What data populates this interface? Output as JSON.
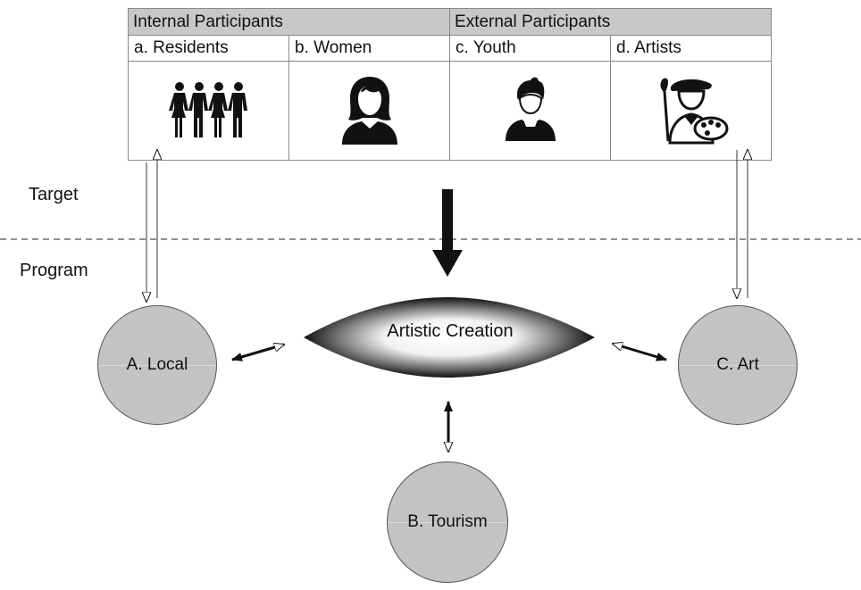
{
  "groups": {
    "internal": "Internal Participants",
    "external": "External Participants"
  },
  "participants": [
    {
      "label": "a. Residents",
      "icon": "residents-group-icon"
    },
    {
      "label": "b. Women",
      "icon": "woman-icon"
    },
    {
      "label": "c. Youth",
      "icon": "youth-icon"
    },
    {
      "label": "d. Artists",
      "icon": "artist-icon"
    }
  ],
  "sections": {
    "target": "Target",
    "program": "Program"
  },
  "center": {
    "label": "Artistic Creation"
  },
  "programs": {
    "local": "A. Local",
    "tourism": "B. Tourism",
    "art": "C. Art"
  }
}
